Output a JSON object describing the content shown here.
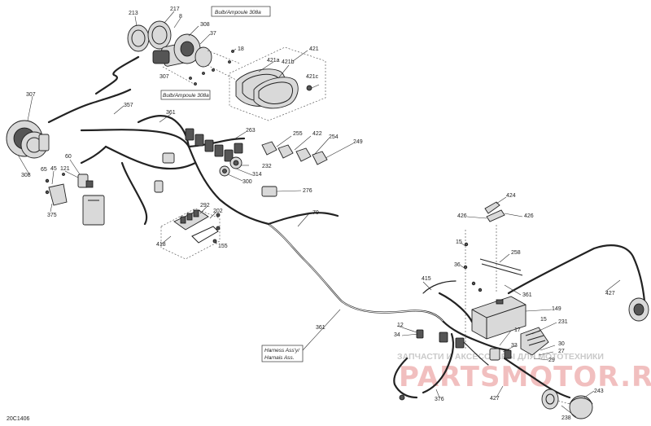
{
  "diagram_code": "20C1406",
  "notes": {
    "bulb_top": "Bulb/Ampoule 308a",
    "bulb_mid": "Bulb/Ampoule 308a",
    "harness_line1": "Harness Ass'y/",
    "harness_line2": "Harnais Ass."
  },
  "watermark": {
    "tagline": "ЗАПЧАСТИ И АКСЕССУАРЫ ДЛЯ МОТОТЕХНИКИ",
    "brand": "PARTSMOTOR.RU"
  },
  "callouts": {
    "c213": "213",
    "c217": "217",
    "c8": "8",
    "c308_top": "308",
    "c37": "37",
    "c18": "18",
    "c421": "421",
    "c421a": "421a",
    "c421b": "421b",
    "c421c": "421c",
    "c307_top": "307",
    "c307_left": "307",
    "c357": "357",
    "c361_top": "361",
    "c263": "263",
    "c255": "255",
    "c422": "422",
    "c254": "254",
    "c249": "249",
    "c232": "232",
    "c314": "314",
    "c300": "300",
    "c276": "276",
    "c308_left": "308",
    "c60": "60",
    "c45": "45",
    "c121": "121",
    "c65": "65",
    "c375": "375",
    "c292": "292",
    "c202": "202",
    "c418": "418",
    "c155": "155",
    "c70": "70",
    "c424": "424",
    "c426a": "426",
    "c426b": "426",
    "c15a": "15",
    "c258": "258",
    "c36": "36",
    "c415": "415",
    "c361_mid": "361",
    "c361_right": "361",
    "c427_right": "427",
    "c149": "149",
    "c15b": "15",
    "c231": "231",
    "c12": "12",
    "c34": "34",
    "c17": "17",
    "c33": "33",
    "c30": "30",
    "c27": "27",
    "c29": "29",
    "c376": "376",
    "c427_bot": "427",
    "c243": "243",
    "c238": "238"
  }
}
